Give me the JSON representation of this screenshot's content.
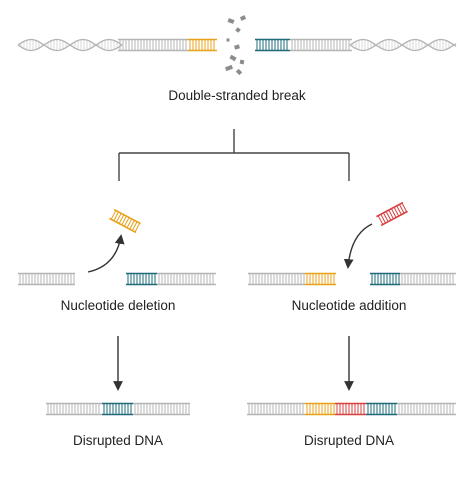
{
  "labels": {
    "double_stranded_break": "Double-stranded break",
    "nucleotide_deletion": "Nucleotide deletion",
    "nucleotide_addition": "Nucleotide addition",
    "disrupted_dna_left": "Disrupted DNA",
    "disrupted_dna_right": "Disrupted DNA"
  },
  "colors": {
    "dna_gray": "#b5b5b5",
    "dna_helix_gray": "#cfcfcf",
    "orange_segment": "#e8a21a",
    "teal_segment": "#1f6b79",
    "red_segment": "#d94040",
    "arrow": "#333333",
    "line": "#444444",
    "fragment": "#8c8c8c"
  }
}
